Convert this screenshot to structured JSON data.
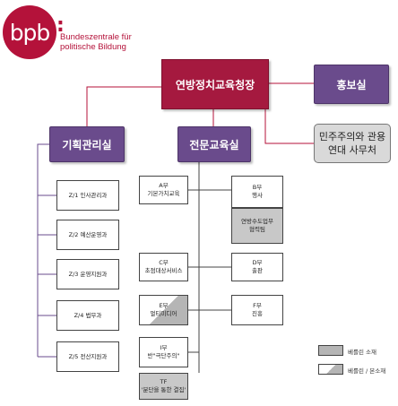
{
  "logo": {
    "mark": "bpb",
    "colon": ":",
    "line1": "Bundeszentrale für",
    "line2": "politische Bildung"
  },
  "nodes": {
    "president": "연방정치교육청장",
    "press": "홍보실",
    "planning": "기획관리실",
    "expert": "전문교육실",
    "democracy_line1": "민주주의와 관용",
    "democracy_line2": "연대 사무처"
  },
  "planning_units": [
    "Z/1 인사관리과",
    "Z/2 예산운영과",
    "Z/3 운영지원과",
    "Z/4 법무과",
    "Z/5 전산지원과"
  ],
  "departments": {
    "a": {
      "code": "A부",
      "name": "기본가치교육"
    },
    "b": {
      "code": "B부",
      "name": "행사"
    },
    "b_sub": {
      "line1": "연방수도업무",
      "line2": "협력팀"
    },
    "c": {
      "code": "C부",
      "name": "초점대상서비스"
    },
    "d": {
      "code": "D부",
      "name": "출판"
    },
    "e": {
      "code": "E부",
      "name": "멀티미디어"
    },
    "f": {
      "code": "F부",
      "name": "진흥"
    },
    "i": {
      "code": "I부",
      "name": "반\"극단주의\""
    },
    "tf": {
      "code": "TF",
      "name": "'분단을 통한 결집'"
    }
  },
  "legend": {
    "item1": "베를린 소재",
    "item2": "베를린 / 본소재"
  },
  "colors": {
    "logo_red": "#b4123a",
    "president_red": "#a5193f",
    "purple": "#6a4b8c",
    "grey": "#d9d9d9",
    "line_red": "#b4123a",
    "line_purple": "#6a4b8c"
  }
}
